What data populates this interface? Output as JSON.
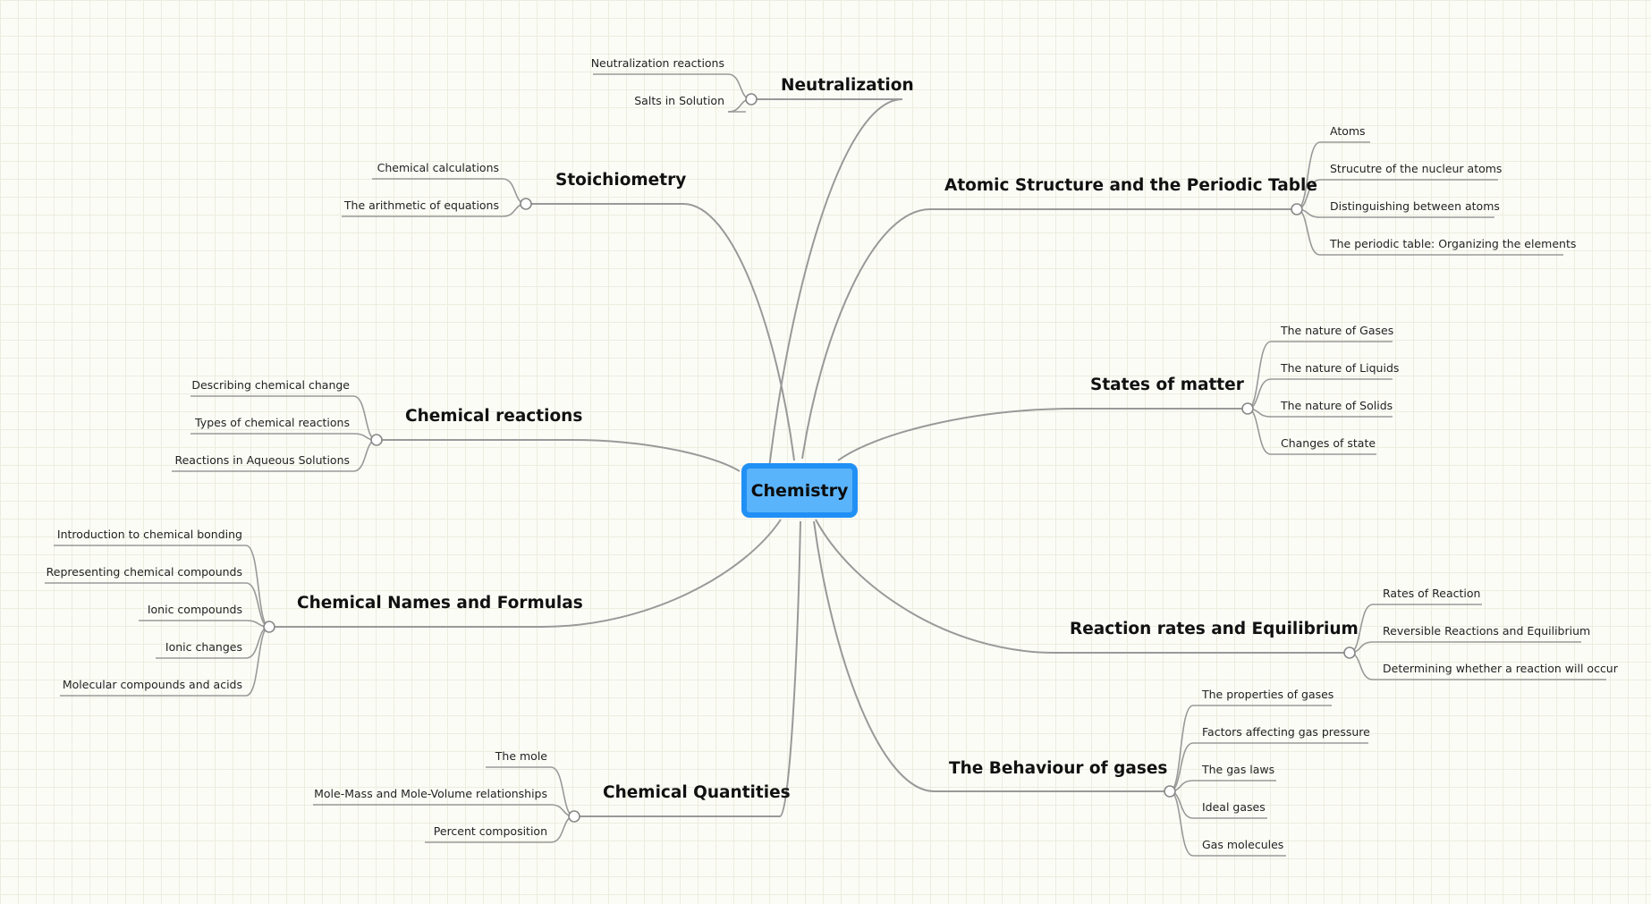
{
  "central_topic": "Chemistry",
  "branches": [
    {
      "title": "Neutralization",
      "children": [
        "Neutralization reactions",
        "Salts in Solution"
      ]
    },
    {
      "title": "Stoichiometry",
      "children": [
        "Chemical calculations",
        "The arithmetic of equations"
      ]
    },
    {
      "title": "Chemical reactions",
      "children": [
        "Describing chemical change",
        "Types of chemical reactions",
        "Reactions in Aqueous Solutions"
      ]
    },
    {
      "title": "Chemical Names and Formulas",
      "children": [
        "Introduction to chemical bonding",
        "Representing chemical compounds",
        "Ionic compounds",
        "Ionic changes",
        "Molecular compounds and acids"
      ]
    },
    {
      "title": "Chemical Quantities",
      "children": [
        "The mole",
        "Mole-Mass and Mole-Volume relationships",
        "Percent composition"
      ]
    },
    {
      "title": "Atomic Structure and the Periodic Table",
      "children": [
        "Atoms",
        "Strucutre of the nucleur atoms",
        "Distinguishing between atoms",
        "The periodic table: Organizing the elements"
      ]
    },
    {
      "title": "States of matter",
      "children": [
        "The nature of Gases",
        "The nature of Liquids",
        "The nature of Solids",
        "Changes of state"
      ]
    },
    {
      "title": "Reaction rates and Equilibrium",
      "children": [
        "Rates of Reaction",
        "Reversible Reactions and Equilibrium",
        "Determining whether a reaction will occur"
      ]
    },
    {
      "title": "The Behaviour of gases",
      "children": [
        "The properties of gases",
        "Factors affecting gas pressure",
        "The gas laws",
        "Ideal gases",
        "Gas molecules"
      ]
    }
  ],
  "colors": {
    "central_fill": "#5ab4fb",
    "central_border": "#2190f5",
    "connector": "#999999",
    "grid": "#ececdf",
    "background": "#fcfcf7"
  }
}
